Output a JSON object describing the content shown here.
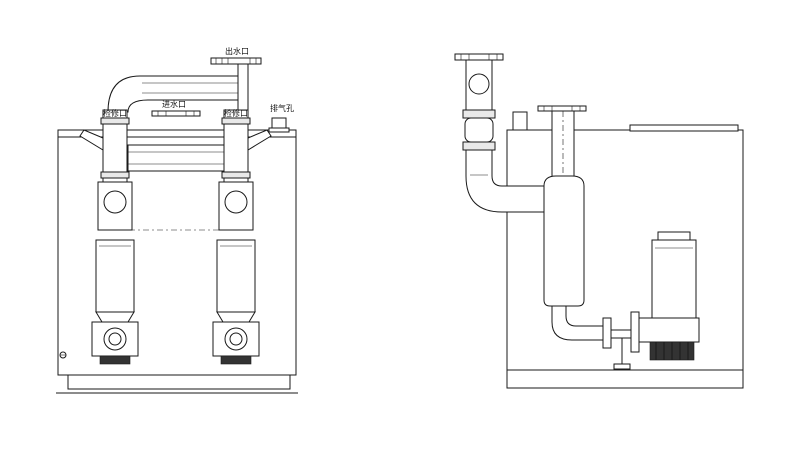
{
  "labels": {
    "outlet": "出水口",
    "vent": "排气孔",
    "inlet": "进水口",
    "inspection_left": "检修口",
    "inspection_right": "检修口"
  }
}
